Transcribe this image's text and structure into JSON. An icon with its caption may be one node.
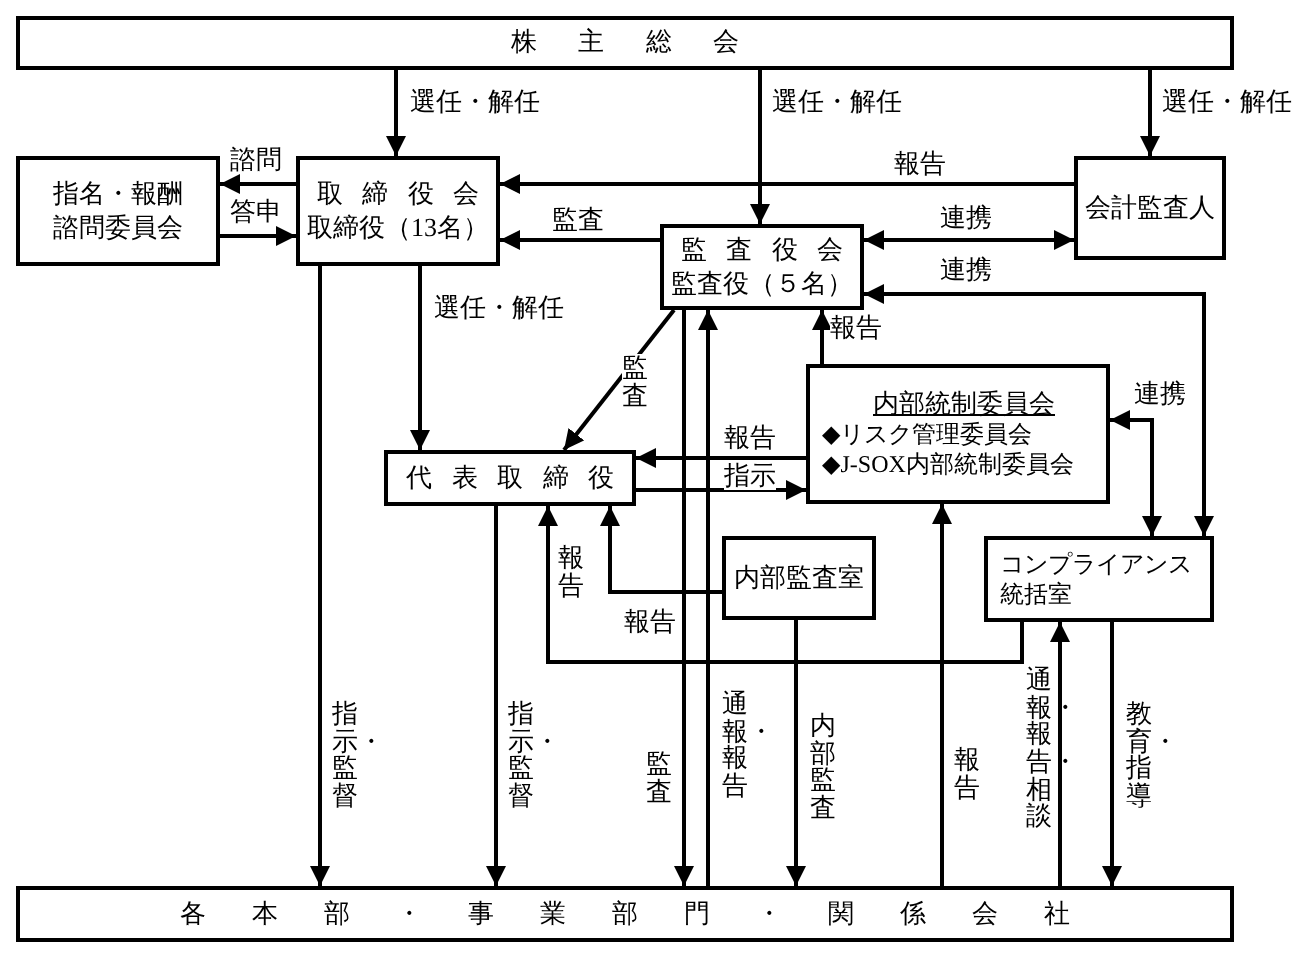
{
  "diagram": {
    "nodes": [
      {
        "text": [
          "株主総会"
        ]
      },
      {
        "text": [
          "指名・報酬諮問委員会"
        ]
      },
      {
        "text": [
          "取締役会",
          "取締役（13名）"
        ]
      },
      {
        "text": [
          "会計監査人"
        ]
      },
      {
        "text": [
          "監査役会",
          "監査役（５名）"
        ]
      },
      {
        "text": [
          "内部統制委員会",
          "◆リスク管理委員会",
          "◆J-SOX内部統制委員会"
        ]
      },
      {
        "text": [
          "代表取締役"
        ]
      },
      {
        "text": [
          "内部監査室"
        ]
      },
      {
        "text": [
          "コンプライアンス統括室"
        ]
      },
      {
        "text": [
          "各本部・事業部門・関係会社"
        ]
      }
    ],
    "edges": [
      {
        "from": 0,
        "to": 2,
        "arrow": "to",
        "label": "選任・解任"
      },
      {
        "from": 0,
        "to": 4,
        "arrow": "to",
        "label": "選任・解任"
      },
      {
        "from": 0,
        "to": 3,
        "arrow": "to",
        "label": "選任・解任"
      },
      {
        "from": 2,
        "to": 1,
        "arrow": "to",
        "label": "諮問"
      },
      {
        "from": 1,
        "to": 2,
        "arrow": "to",
        "label": "答申"
      },
      {
        "from": 3,
        "to": 2,
        "arrow": "to",
        "label": "報告"
      },
      {
        "from": 4,
        "to": 2,
        "arrow": "to",
        "label": "監査"
      },
      {
        "from": 4,
        "to": 3,
        "arrow": "both",
        "label": "連携"
      },
      {
        "from": 4,
        "to": 8,
        "arrow": "both",
        "label": "連携"
      },
      {
        "from": 5,
        "to": 4,
        "arrow": "to",
        "label": "報告"
      },
      {
        "from": 5,
        "to": 8,
        "arrow": "both",
        "label": "連携"
      },
      {
        "from": 4,
        "to": 6,
        "arrow": "to",
        "label": "監査"
      },
      {
        "from": 2,
        "to": 6,
        "arrow": "to",
        "label": "選任・解任"
      },
      {
        "from": 5,
        "to": 6,
        "arrow": "to",
        "label": "報告"
      },
      {
        "from": 6,
        "to": 5,
        "arrow": "to",
        "label": "指示"
      },
      {
        "from": 7,
        "to": 6,
        "arrow": "to",
        "label": "報告"
      },
      {
        "from": 8,
        "to": 6,
        "arrow": "to",
        "label": "報告"
      },
      {
        "from": 2,
        "to": 9,
        "arrow": "to",
        "label": "指示・監督"
      },
      {
        "from": 6,
        "to": 9,
        "arrow": "to",
        "label": "指示・監督"
      },
      {
        "from": 4,
        "to": 9,
        "arrow": "to",
        "label": "監査"
      },
      {
        "from": 9,
        "to": 4,
        "arrow": "to",
        "label": "通報・報告"
      },
      {
        "from": 7,
        "to": 9,
        "arrow": "to",
        "label": "内部監査"
      },
      {
        "from": 9,
        "to": 5,
        "arrow": "to",
        "label": "報告"
      },
      {
        "from": 9,
        "to": 8,
        "arrow": "to",
        "label": "通報・報告・相談"
      },
      {
        "from": 8,
        "to": 9,
        "arrow": "to",
        "label": "教育・指導"
      }
    ]
  }
}
